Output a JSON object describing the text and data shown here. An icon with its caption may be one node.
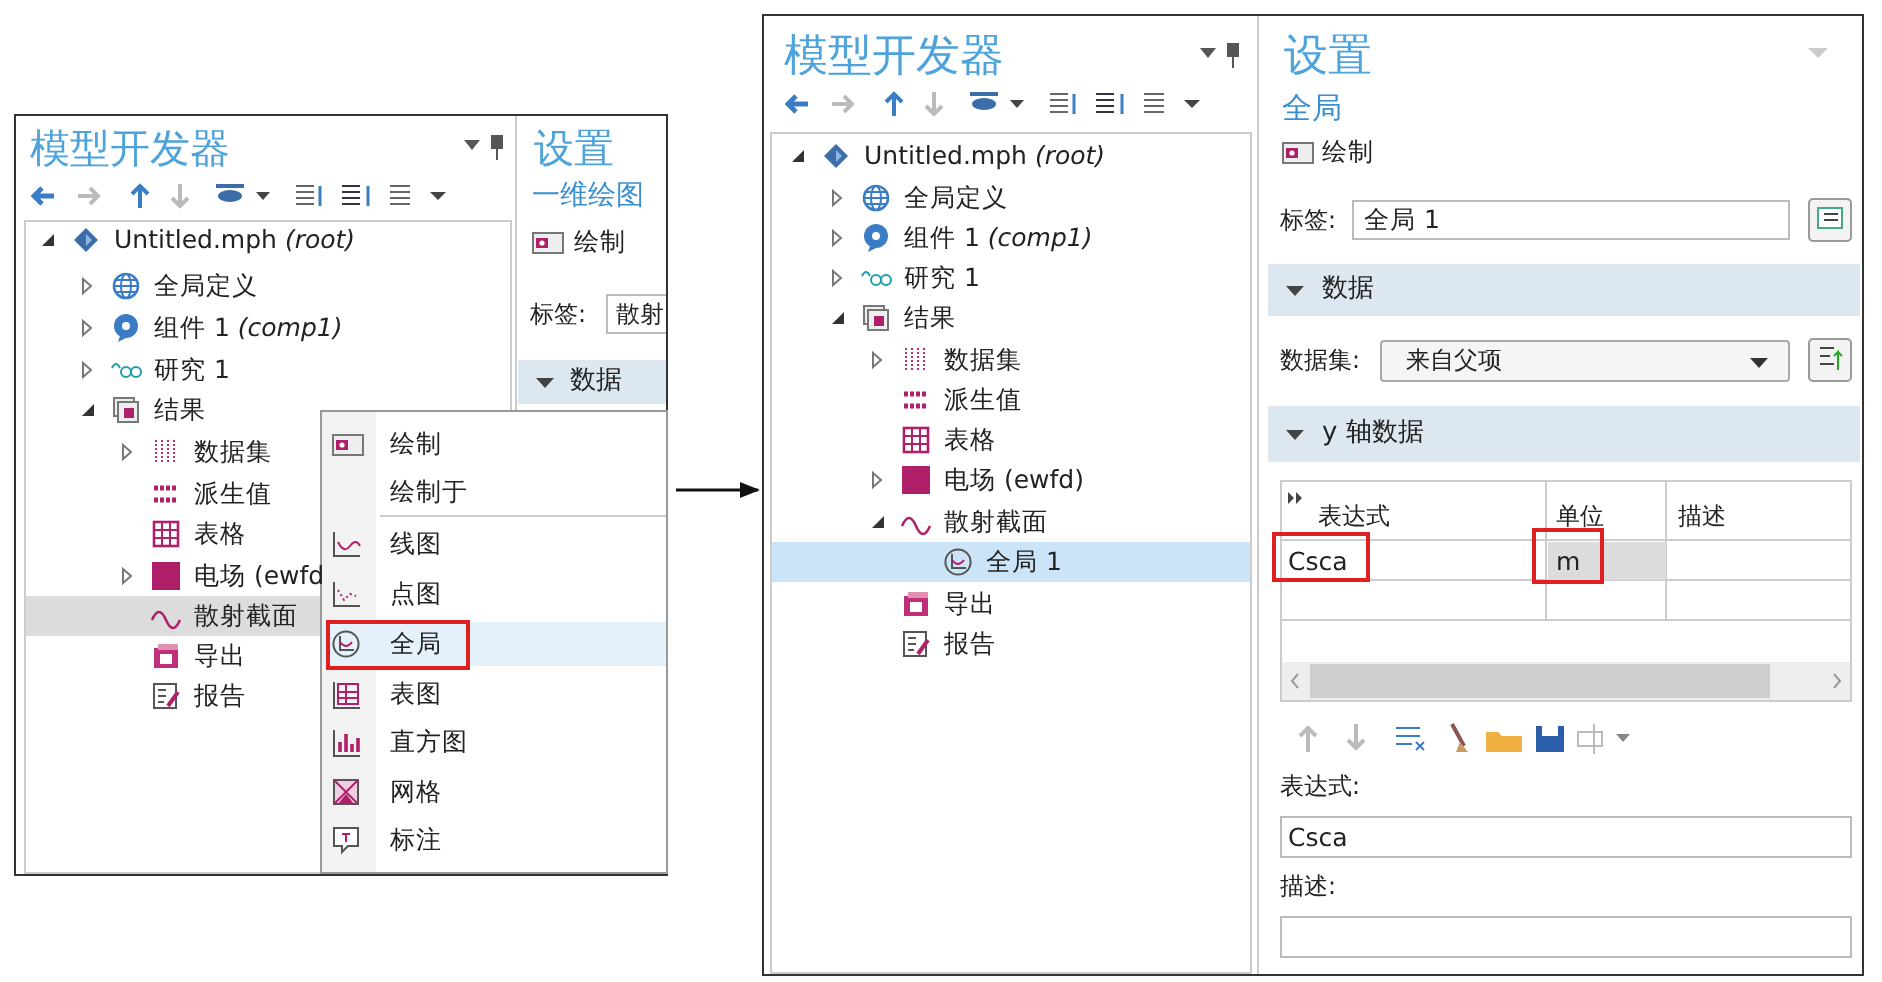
{
  "diagram": {
    "nodes": [
      {
        "text": [],
        "shape": "box"
      },
      {
        "text": [],
        "shape": "box"
      }
    ],
    "edges": [
      {
        "from": 0,
        "to": 1,
        "arrow": "to"
      }
    ],
    "labels": [
      "模型开发器",
      "Untitled.mph *(root)*",
      "全局定义",
      "组件 1 *(comp1)*",
      "研究 1",
      "结果",
      "数据集",
      "派生值",
      "表格",
      "电场 (ewfd",
      "散射截面",
      "导出",
      "报告",
      "设置",
      "一维绘图",
      "绘制",
      "标签:",
      "散射",
      "数据",
      "绘制",
      "绘制于",
      "线图",
      "点图",
      "全局",
      "表图",
      "直方图",
      "网格",
      "标注",
      "模型开发器",
      "Untitled.mph *(root)*",
      "全局定义",
      "组件 1 *(comp1)*",
      "研究 1",
      "结果",
      "数据集",
      "派生值",
      "表格",
      "电场 (ewfd)",
      "散射截面",
      "全局 1",
      "导出",
      "报告",
      "设置",
      "全局",
      "绘制",
      "标签:",
      "全局 1",
      "数据",
      "数据集:",
      "来自父项",
      "y 轴数据",
      "表达式",
      "单位",
      "描述",
      "Csca",
      "m",
      "表达式:",
      "Csca",
      "描述:"
    ]
  }
}
